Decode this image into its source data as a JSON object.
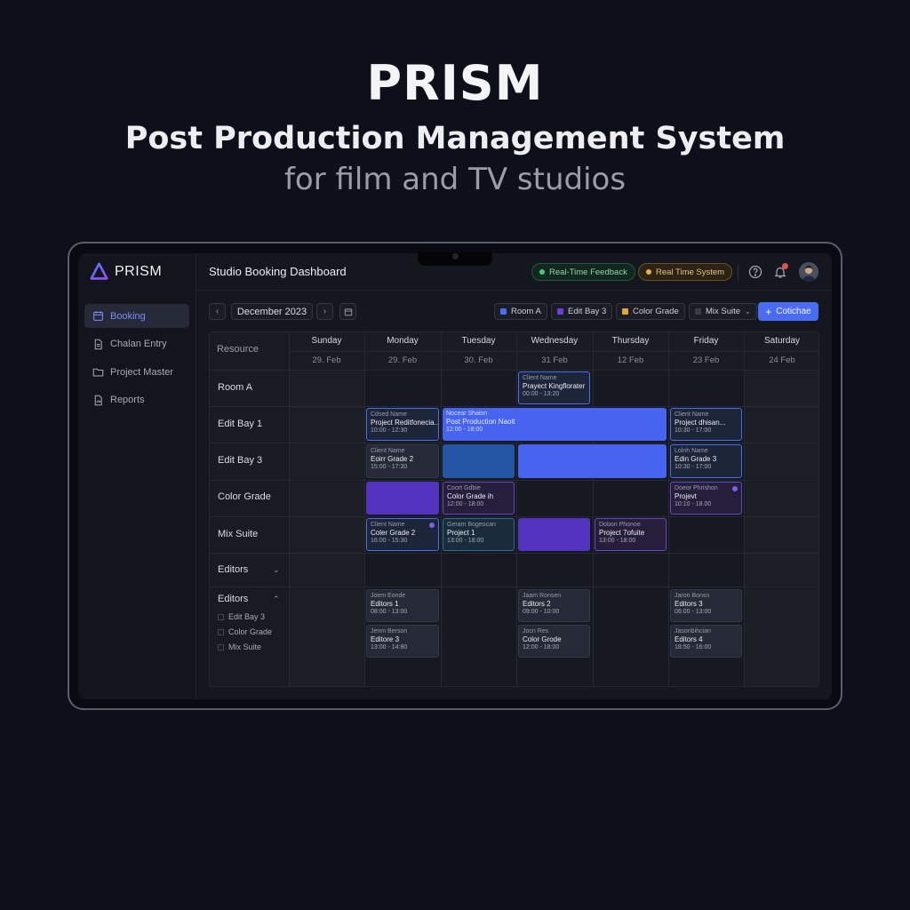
{
  "hero": {
    "title": "PRISM",
    "subtitle": "Post Production Management System",
    "tagline": "for film and TV studios"
  },
  "app": {
    "logo_text": "PRISM",
    "header_title": "Studio Booking Dashboard",
    "status_pills": [
      {
        "label": "Real-Time Feedback",
        "color": "#3ccf7a"
      },
      {
        "label": "Real Time System",
        "color": "#e8b23e"
      }
    ]
  },
  "sidebar": {
    "items": [
      {
        "label": "Booking",
        "icon": "calendar-icon",
        "active": true
      },
      {
        "label": "Chalan Entry",
        "icon": "document-icon",
        "active": false
      },
      {
        "label": "Project Master",
        "icon": "folder-icon",
        "active": false
      },
      {
        "label": "Reports",
        "icon": "report-icon",
        "active": false
      }
    ]
  },
  "toolbar": {
    "prev": "‹",
    "next": "›",
    "month": "December 2023",
    "filters": [
      {
        "label": "Room A",
        "color": "#4a6cf2"
      },
      {
        "label": "Edit Bay 3",
        "color": "#6a3fd8"
      },
      {
        "label": "Color Grade",
        "color": "#e0a43c"
      },
      {
        "label": "Mix Suite",
        "color": "#3a3c46"
      }
    ],
    "primary_button": "Cotichae"
  },
  "grid": {
    "resource_header": "Resource",
    "days": [
      {
        "name": "Sunday",
        "date": "29. Feb"
      },
      {
        "name": "Monday",
        "date": "29. Feb"
      },
      {
        "name": "Tuesday",
        "date": "30. Feb"
      },
      {
        "name": "Wednesday",
        "date": "31 Feb"
      },
      {
        "name": "Thursday",
        "date": "12 Feb"
      },
      {
        "name": "Friday",
        "date": "23 Feb"
      },
      {
        "name": "Saturday",
        "date": "24 Feb"
      }
    ],
    "rows": [
      "Room A",
      "Edit Bay 1",
      "Edit Bay 3",
      "Color Grade",
      "Mix Suite",
      "Editors",
      "Editors"
    ],
    "editor_filters": [
      "Edit Bay 3",
      "Color Grade",
      "Mix Suite"
    ]
  },
  "events": [
    {
      "l1": "Client Name",
      "l2": "Prayect Kingflorater",
      "l3": "00:00 - 13:20"
    },
    {
      "l1": "Cdsed Name",
      "l2": "Project Reditfonecia...",
      "l3": "10:00 - 12:30"
    },
    {
      "l1": "Nocear Shalon",
      "l2": "Post Production Naoit",
      "l3": "12:00 - 18:00"
    },
    {
      "l1": "Client Name",
      "l2": "Project dhisan...",
      "l3": "10:30 - 17:00"
    },
    {
      "l1": "Client Name",
      "l2": "Eoirr Grade 2",
      "l3": "15:00 - 17:30"
    },
    {
      "l1": "Lolnh Name",
      "l2": "Edin Grade 3",
      "l3": "10:30 - 17:00"
    },
    {
      "l1": "Coort Gdbie",
      "l2": "Color Grade ih",
      "l3": "12:00 - 18:00"
    },
    {
      "l1": "Doeor Phrishon",
      "l2": "Projevt",
      "l3": "10:10 - 18.00"
    },
    {
      "l1": "Client Name",
      "l2": "Coler Grade 2",
      "l3": "16:00 - 15:30"
    },
    {
      "l1": "Geram Bogeocan",
      "l2": "Project 1",
      "l3": "13:00 - 18:00"
    },
    {
      "l1": "Dobon Phonoe",
      "l2": "Project 7ofuite",
      "l3": "13:00 - 18:00"
    },
    {
      "l1": "Joem Eonde",
      "l2": "Editors 1",
      "l3": "08:00 - 13:00"
    },
    {
      "l1": "Jaam Ronsen",
      "l2": "Editors 2",
      "l3": "09:00 - 10:00"
    },
    {
      "l1": "Jaron Bonsn",
      "l2": "Editors 3",
      "l3": "06:00 - 13:00"
    },
    {
      "l1": "Jenm Berson",
      "l2": "Editore 3",
      "l3": "13:00 - 14:80"
    },
    {
      "l1": "Jocn Res",
      "l2": "Color Grode",
      "l3": "12:00 - 18:00"
    },
    {
      "l1": "Jasonbihcian",
      "l2": "Editors 4",
      "l3": "18:50 - 16:00"
    }
  ]
}
